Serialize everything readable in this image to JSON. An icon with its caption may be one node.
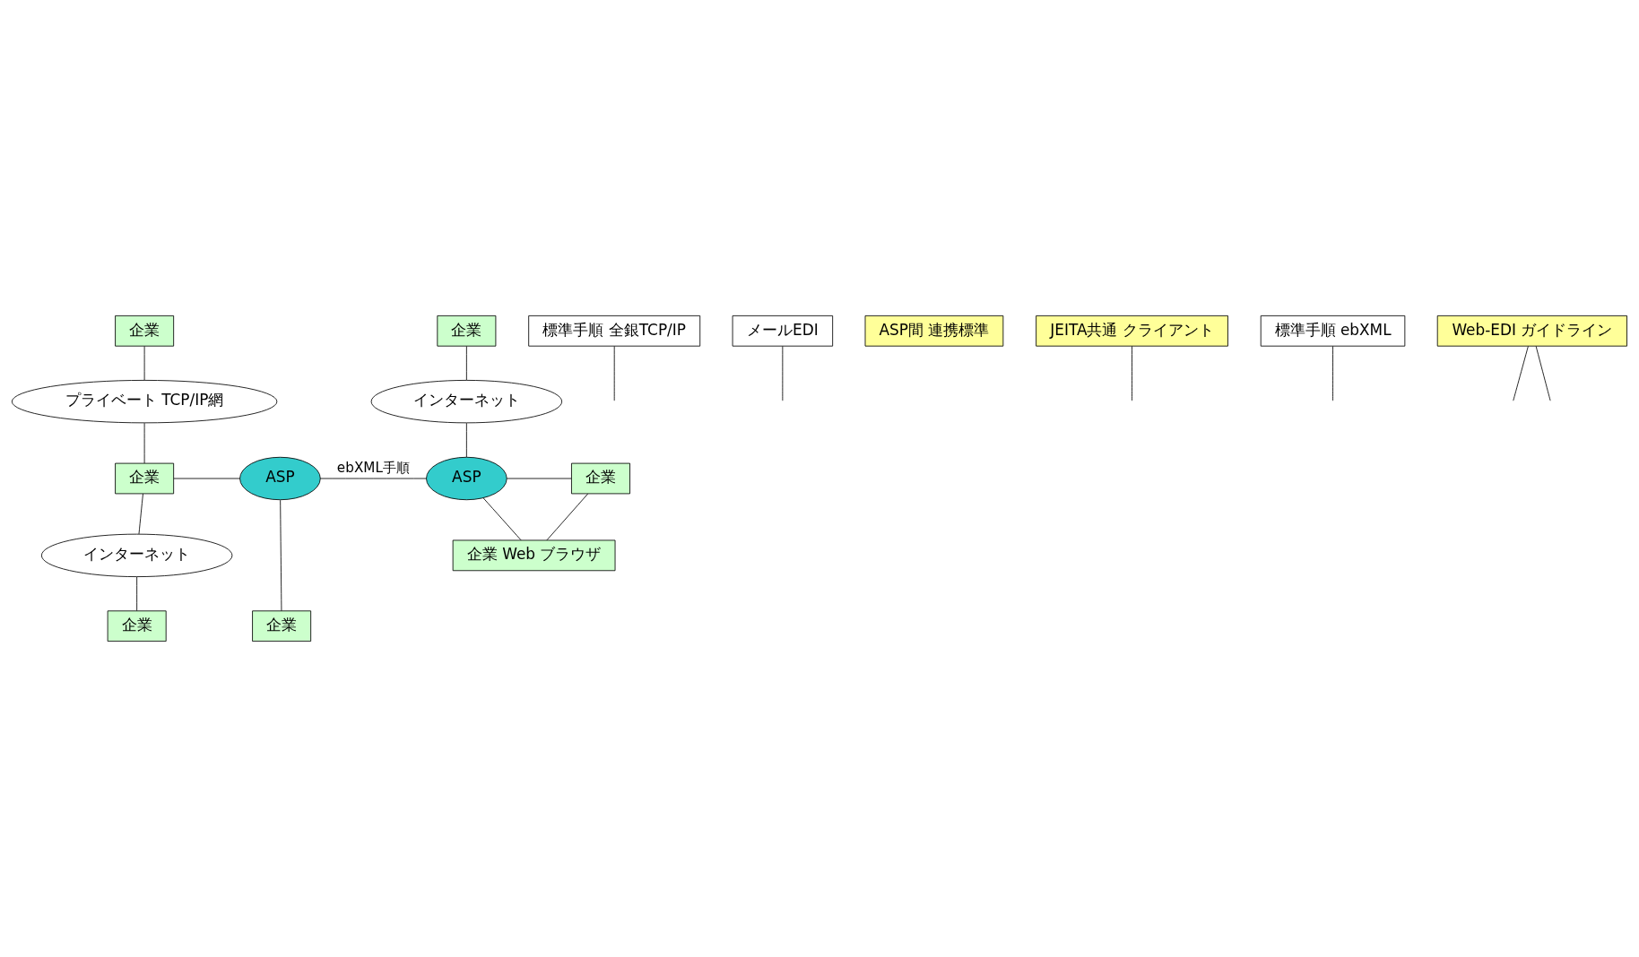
{
  "diagram": {
    "nodes": [
      {
        "text": [
          "企業"
        ]
      },
      {
        "text": [
          "プライベート TCP/IP網"
        ]
      },
      {
        "text": [
          "標準手順 全銀TCP/IP"
        ]
      },
      {
        "text": [
          "企業"
        ]
      },
      {
        "text": [
          "メールEDI"
        ]
      },
      {
        "text": [
          "インターネット"
        ]
      },
      {
        "text": [
          "企業"
        ]
      },
      {
        "text": [
          "ASP"
        ]
      },
      {
        "text": [
          "ASP間 連携標準"
        ]
      },
      {
        "text": [
          "JEITA共通 クライアント"
        ]
      },
      {
        "text": [
          "企業"
        ]
      },
      {
        "text": [
          "企業"
        ]
      },
      {
        "text": [
          "インターネット"
        ]
      },
      {
        "text": [
          "標準手順 ebXML"
        ]
      },
      {
        "text": [
          "ASP"
        ]
      },
      {
        "text": [
          "企業"
        ]
      },
      {
        "text": [
          "Web-EDI ガイドライン"
        ]
      },
      {
        "text": [
          "企業 Web ブラウザ"
        ]
      }
    ],
    "edges": [
      {
        "from": 0,
        "to": 1,
        "arrow": "none"
      },
      {
        "from": 1,
        "to": 3,
        "arrow": "none"
      },
      {
        "from": 2,
        "to": null,
        "arrow": "none"
      },
      {
        "from": 3,
        "to": 7,
        "arrow": "none"
      },
      {
        "from": 4,
        "to": null,
        "arrow": "none"
      },
      {
        "from": 3,
        "to": 5,
        "arrow": "none"
      },
      {
        "from": 5,
        "to": 6,
        "arrow": "none"
      },
      {
        "from": 7,
        "to": 14,
        "arrow": "none",
        "label": "ebXML手順"
      },
      {
        "from": 9,
        "to": null,
        "arrow": "none"
      },
      {
        "from": 7,
        "to": 10,
        "arrow": "none"
      },
      {
        "from": 11,
        "to": 12,
        "arrow": "none"
      },
      {
        "from": 12,
        "to": 14,
        "arrow": "none"
      },
      {
        "from": 13,
        "to": null,
        "arrow": "none"
      },
      {
        "from": 14,
        "to": 15,
        "arrow": "none"
      },
      {
        "from": 16,
        "to": null,
        "arrow": "none"
      },
      {
        "from": 16,
        "to": null,
        "arrow": "none"
      },
      {
        "from": 14,
        "to": 17,
        "arrow": "none"
      },
      {
        "from": 15,
        "to": 17,
        "arrow": "none"
      }
    ]
  }
}
